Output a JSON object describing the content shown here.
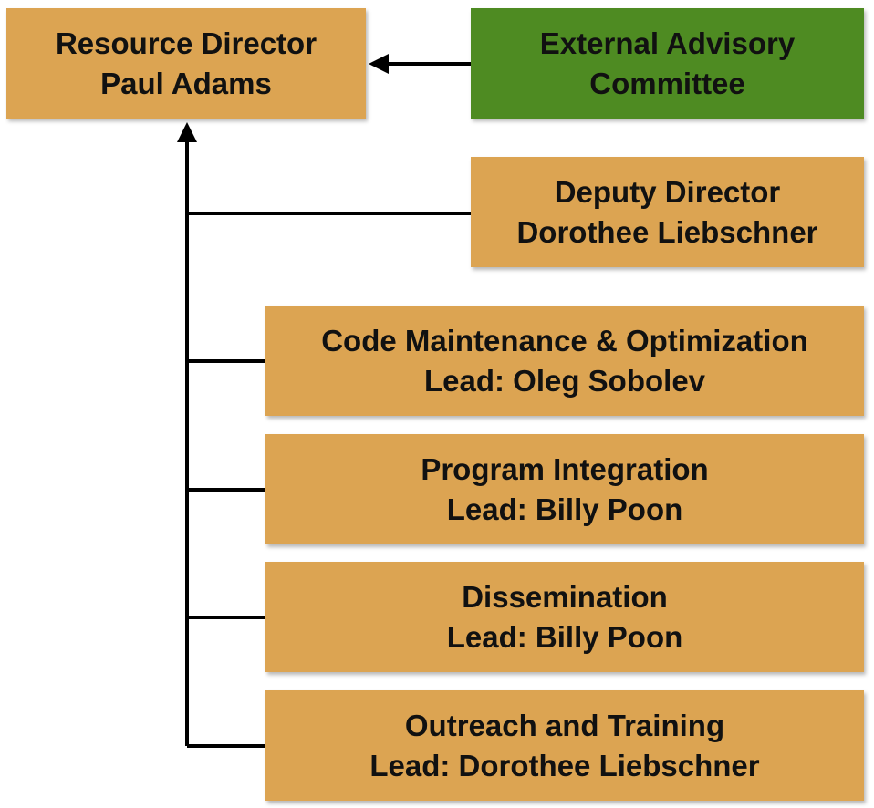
{
  "colors": {
    "box_orange": "#dca452",
    "box_green": "#4e8b22",
    "line": "#000000"
  },
  "director": {
    "title": "Resource Director",
    "name": "Paul Adams"
  },
  "advisory": {
    "line1": "External Advisory",
    "line2": "Committee"
  },
  "deputy": {
    "title": "Deputy Director",
    "name": "Dorothee Liebschner"
  },
  "teams": [
    {
      "title": "Code Maintenance & Optimization",
      "lead": "Lead: Oleg Sobolev"
    },
    {
      "title": "Program Integration",
      "lead": "Lead: Billy Poon"
    },
    {
      "title": "Dissemination",
      "lead": "Lead: Billy Poon"
    },
    {
      "title": "Outreach and Training",
      "lead": "Lead: Dorothee Liebschner"
    }
  ]
}
